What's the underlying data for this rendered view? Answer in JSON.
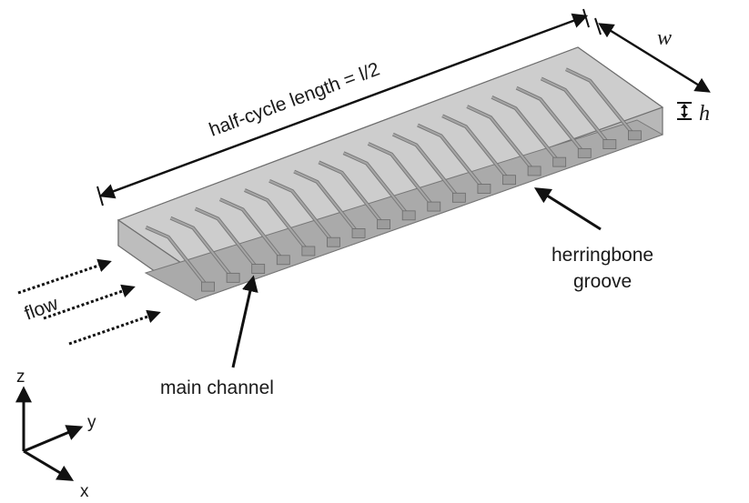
{
  "labels": {
    "half_cycle": "half-cycle length = l/2",
    "width": "w",
    "height": "h",
    "flow": "flow",
    "herringbone_line1": "herringbone",
    "herringbone_line2": "groove",
    "main_channel": "main channel",
    "axis_z": "z",
    "axis_y": "y",
    "axis_x": "x"
  },
  "diagram": {
    "groove_count": 18,
    "colors": {
      "channel_top": "#c9c9c9",
      "channel_side": "#b4b4b4",
      "groove": "#a6a6a6",
      "groove_edge": "#7a7a7a",
      "outline": "#6e6e6e",
      "ink": "#111111"
    }
  }
}
